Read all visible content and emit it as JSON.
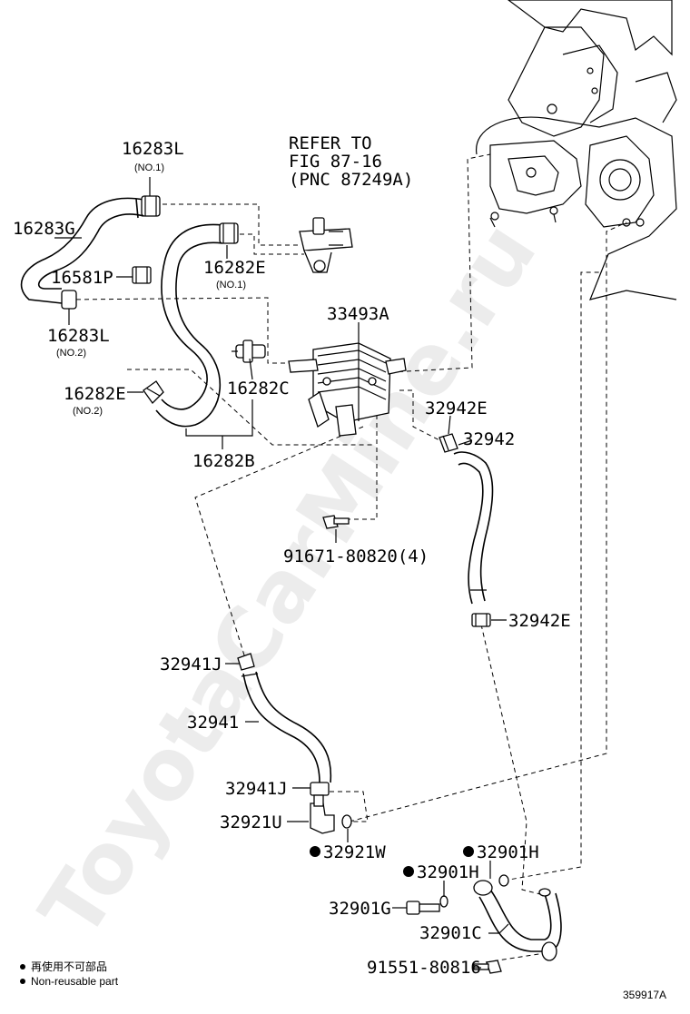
{
  "diagram": {
    "labels": {
      "p16283L_1": "16283L",
      "p16283L_1_sub": "(NO.1)",
      "p16283G": "16283G",
      "p16581P": "16581P",
      "p16283L_2": "16283L",
      "p16283L_2_sub": "(NO.2)",
      "p16282E_1": "16282E",
      "p16282E_1_sub": "(NO.1)",
      "p16282E_2": "16282E",
      "p16282E_2_sub": "(NO.2)",
      "p16282C": "16282C",
      "p16282B": "16282B",
      "refer_line1": "REFER TO",
      "refer_line2": "FIG 87-16",
      "refer_line3": "(PNC 87249A)",
      "p33493A": "33493A",
      "p32942E_1": "32942E",
      "p32942": "32942",
      "p91671": "91671-80820(4)",
      "p32942E_2": "32942E",
      "p32941J_1": "32941J",
      "p32941": "32941",
      "p32941J_2": "32941J",
      "p32921U": "32921U",
      "p32921W": "32921W",
      "p32901H_1": "32901H",
      "p32901H_2": "32901H",
      "p32901G": "32901G",
      "p32901C": "32901C",
      "p91551": "91551-80816"
    },
    "legend": {
      "jp": "再使用不可部品",
      "en": "Non-reusable part"
    },
    "watermark": "ToyotaCarMine.ru",
    "figure_id": "359917A"
  }
}
